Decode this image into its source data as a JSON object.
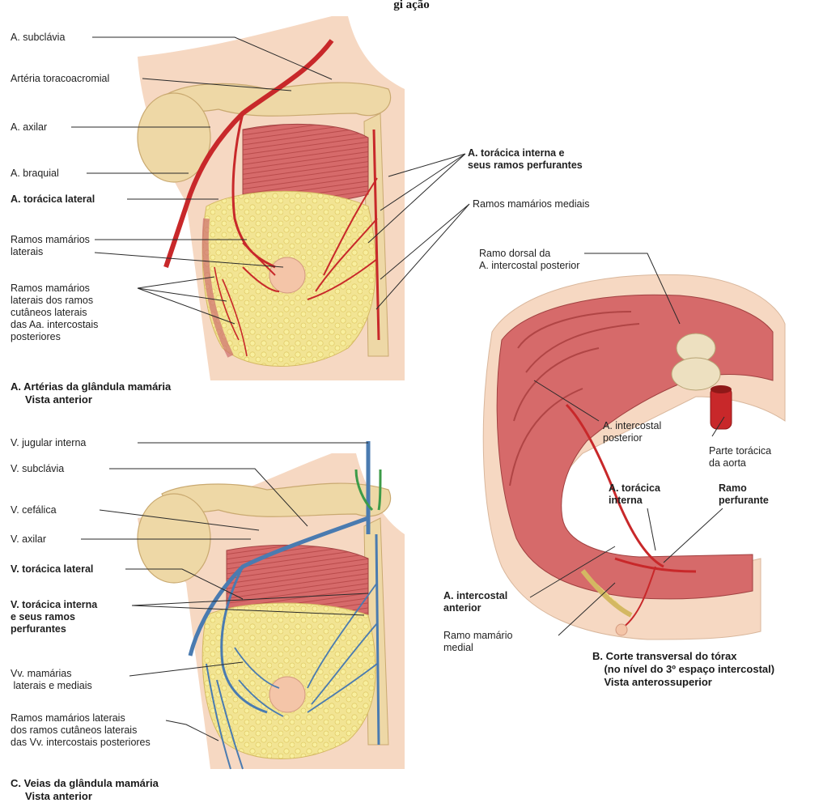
{
  "title": "gi      ação",
  "colors": {
    "artery": "#c8282a",
    "vein": "#4a7bb0",
    "muscle": "#d66e6e",
    "fat": "#efe08a",
    "bone": "#eed9a8",
    "skin": "#f7dcc6",
    "line": "#2a2a2a"
  },
  "panelA": {
    "labels": {
      "a_subclavia": "A. subclávia",
      "arteria_toracoacromial": "Artéria toracoacromial",
      "a_axilar": "A. axilar",
      "a_braquial": "A. braquial",
      "a_toracica_lateral": "A. torácica lateral",
      "ramos_mam_lat": "Ramos mamários\nlaterais",
      "ramos_mam_lat_cut": "Ramos mamários\nlaterais dos ramos\ncutâneos laterais\ndas Aa. intercostais\nposteriores",
      "a_toracica_interna": "A. torácica interna e\nseus ramos perfurantes",
      "ramos_mam_med": "Ramos mamários mediais"
    },
    "caption": "A. Artérias da glândula mamária\n     Vista anterior"
  },
  "panelB": {
    "labels": {
      "ramo_dorsal": "Ramo dorsal da\nA. intercostal posterior",
      "a_intercostal_post": "A. intercostal\nposterior",
      "parte_toracica": "Parte torácica\nda aorta",
      "a_toracica_interna": "A. torácica\ninterna",
      "ramo_perfurante": "Ramo\nperfurante",
      "a_intercostal_ant": "A. intercostal\nanterior",
      "ramo_mamario_medial": "Ramo mamário\nmedial"
    },
    "caption": "B. Corte transversal do tórax\n    (no nível do 3º espaço intercostal)\n    Vista anterossuperior"
  },
  "panelC": {
    "labels": {
      "v_jugular": "V. jugular interna",
      "v_subclavia": "V. subclávia",
      "v_cefalica": "V. cefálica",
      "v_axilar": "V. axilar",
      "v_toracica_lateral": "V. torácica lateral",
      "v_toracica_interna": "V. torácica interna\ne seus ramos\nperfurantes",
      "vv_mamarias": "Vv. mamárias\n laterais e mediais",
      "ramos_mam_lat_vv": "Ramos mamários laterais\ndos ramos cutâneos laterais\ndas Vv. intercostais posteriores"
    },
    "caption": "C. Veias da glândula mamária\n     Vista anterior"
  }
}
